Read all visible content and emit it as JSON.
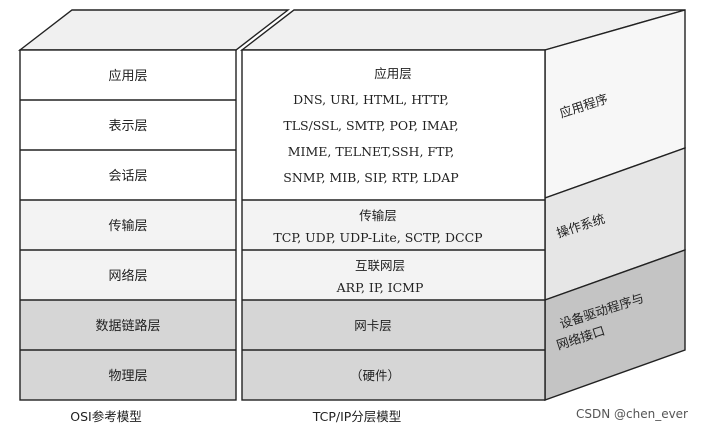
{
  "osi_model": {
    "caption": "OSI参考模型",
    "layers": [
      {
        "label": "应用层"
      },
      {
        "label": "表示层"
      },
      {
        "label": "会话层"
      },
      {
        "label": "传输层"
      },
      {
        "label": "网络层"
      },
      {
        "label": "数据链路层"
      },
      {
        "label": "物理层"
      }
    ]
  },
  "tcpip_model": {
    "caption": "TCP/IP分层模型",
    "layers": [
      {
        "title": "应用层",
        "protocols": [
          "DNS, URI, HTML, HTTP,",
          "TLS/SSL, SMTP, POP, IMAP,",
          "MIME, TELNET,SSH, FTP,",
          "SNMP, MIB, SIP, RTP, LDAP"
        ]
      },
      {
        "title": "传输层",
        "protocols": [
          "TCP, UDP, UDP-Lite, SCTP, DCCP"
        ]
      },
      {
        "title": "互联网层",
        "protocols": [
          "ARP, IP, ICMP"
        ]
      },
      {
        "title": "网卡层",
        "protocols": []
      },
      {
        "title": "（硬件）",
        "protocols": []
      }
    ]
  },
  "side_labels": [
    {
      "lines": [
        "应用程序"
      ]
    },
    {
      "lines": [
        "操作系统"
      ]
    },
    {
      "lines": [
        "设备驱动程序与",
        "网络接口"
      ]
    }
  ],
  "watermark": "CSDN @chen_ever",
  "colors": {
    "white_fill": "#ffffff",
    "light_fill": "#f3f3f3",
    "gray_fill": "#d6d6d6",
    "side_white": "#f7f7f7",
    "side_light": "#e6e6e6",
    "side_gray": "#c4c4c4",
    "top_fill": "#f0f0f0",
    "line": "#222222"
  }
}
